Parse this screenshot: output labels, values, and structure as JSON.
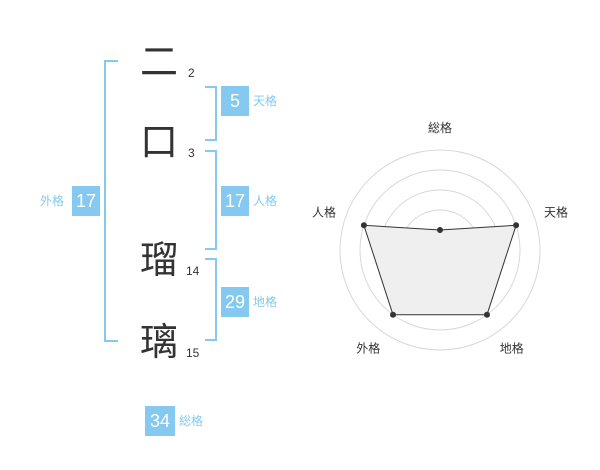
{
  "name": {
    "chars": [
      {
        "char": "二",
        "strokes": "2"
      },
      {
        "char": "口",
        "strokes": "3"
      },
      {
        "char": "瑠",
        "strokes": "14"
      },
      {
        "char": "璃",
        "strokes": "15"
      }
    ]
  },
  "kakusu": {
    "tenkaku": {
      "value": "5",
      "label": "天格"
    },
    "jinkaku": {
      "value": "17",
      "label": "人格"
    },
    "chikaku": {
      "value": "29",
      "label": "地格"
    },
    "gaikaku": {
      "value": "17",
      "label": "外格"
    },
    "soukaku": {
      "value": "34",
      "label": "総格"
    }
  },
  "colors": {
    "accent": "#85c8f0",
    "text": "#333333",
    "radar_fill": "#efefef",
    "radar_ring": "#d8d8d8"
  },
  "chart_data": {
    "type": "radar",
    "axes": [
      "総格",
      "天格",
      "地格",
      "外格",
      "人格"
    ],
    "max": 5,
    "values": [
      1,
      4,
      4,
      4,
      4
    ]
  }
}
